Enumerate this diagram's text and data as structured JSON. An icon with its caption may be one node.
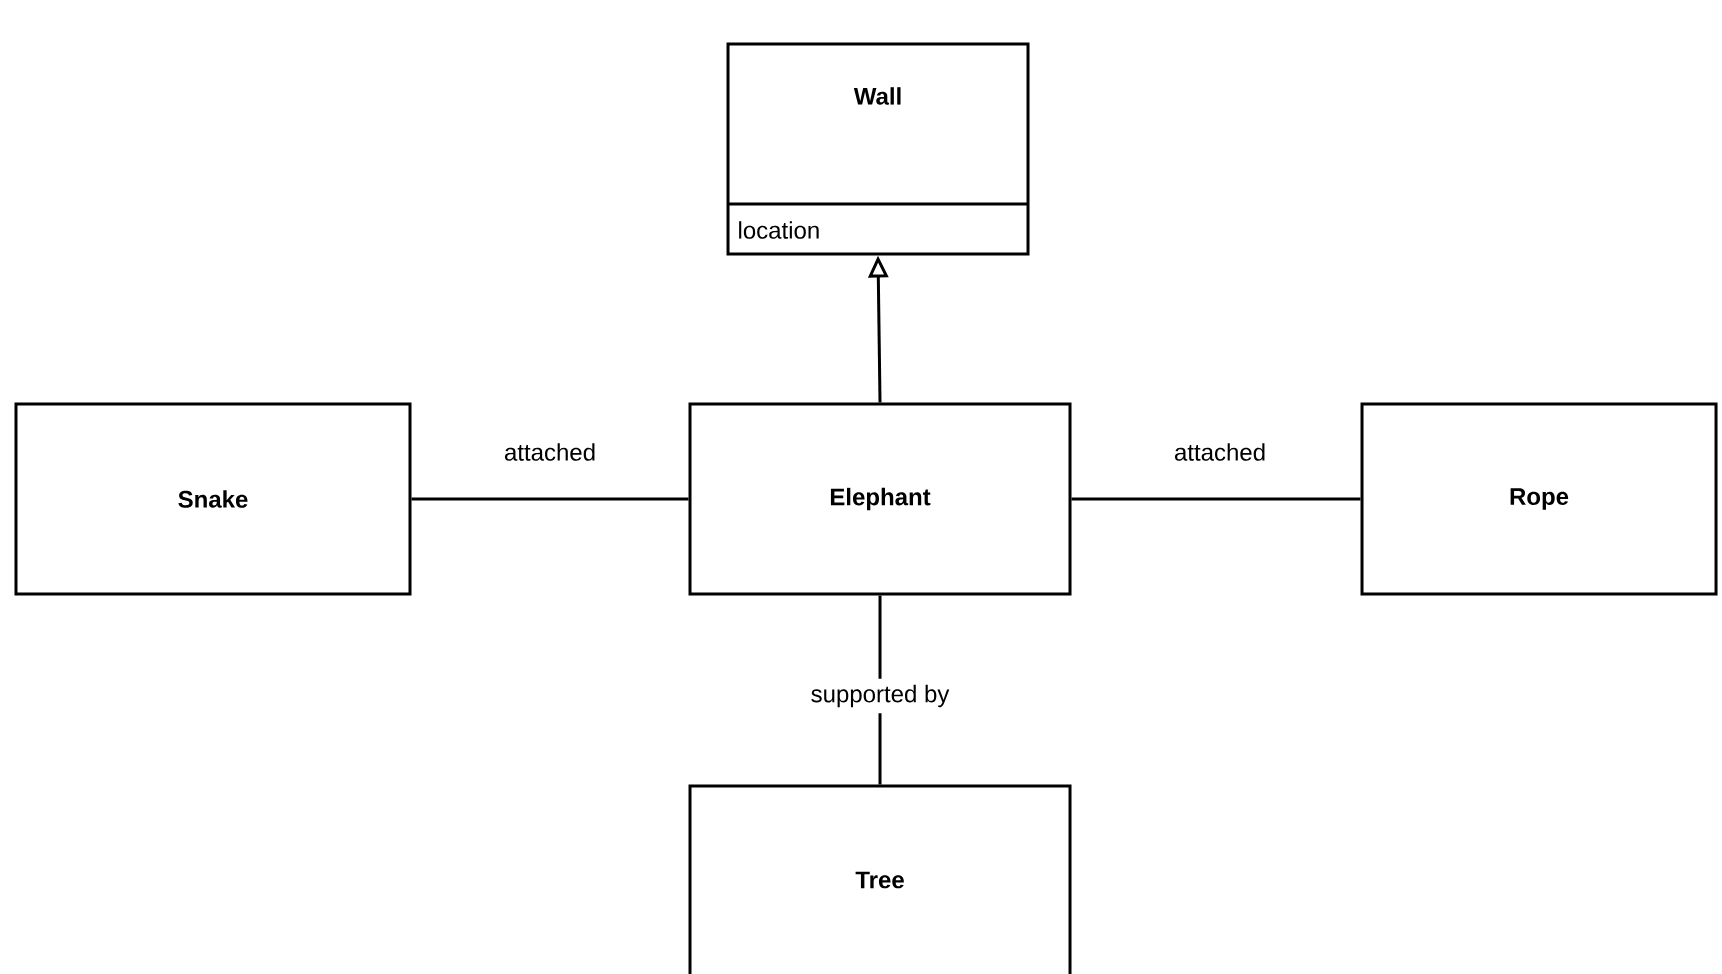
{
  "diagram": {
    "nodes": [
      {
        "text": [
          "Wall",
          "location"
        ]
      },
      {
        "text": [
          "Snake"
        ]
      },
      {
        "text": [
          "Elephant"
        ]
      },
      {
        "text": [
          "Rope"
        ]
      },
      {
        "text": [
          "Tree"
        ]
      }
    ],
    "edges": [
      {
        "from": 2,
        "to": 0,
        "arrow": "to"
      },
      {
        "from": 1,
        "to": 2,
        "arrow": "none",
        "label": "attached"
      },
      {
        "from": 2,
        "to": 3,
        "arrow": "none",
        "label": "attached"
      },
      {
        "from": 2,
        "to": 4,
        "arrow": "none",
        "label": "supported by"
      }
    ]
  }
}
